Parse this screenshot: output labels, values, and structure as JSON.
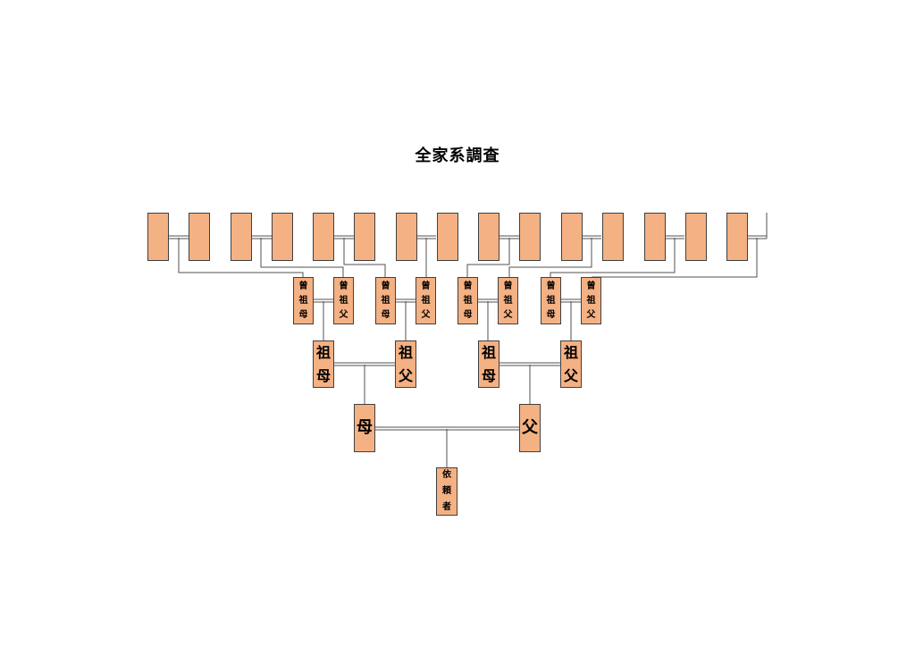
{
  "title": "全家系調査",
  "great_great_grandparents": {
    "count": 15,
    "labels": []
  },
  "great_grandparents": [
    {
      "label": [
        "曾",
        "祖",
        "母"
      ]
    },
    {
      "label": [
        "曾",
        "祖",
        "父"
      ]
    },
    {
      "label": [
        "曾",
        "祖",
        "母"
      ]
    },
    {
      "label": [
        "曾",
        "祖",
        "父"
      ]
    },
    {
      "label": [
        "曾",
        "祖",
        "母"
      ]
    },
    {
      "label": [
        "曾",
        "祖",
        "父"
      ]
    },
    {
      "label": [
        "曾",
        "祖",
        "母"
      ]
    },
    {
      "label": [
        "曾",
        "祖",
        "父"
      ]
    }
  ],
  "grandparents": [
    {
      "label": [
        "祖",
        "母"
      ]
    },
    {
      "label": [
        "祖",
        "父"
      ]
    },
    {
      "label": [
        "祖",
        "母"
      ]
    },
    {
      "label": [
        "祖",
        "父"
      ]
    }
  ],
  "parents": [
    {
      "label": [
        "母"
      ]
    },
    {
      "label": [
        "父"
      ]
    }
  ],
  "client": {
    "label": [
      "依",
      "頼",
      "者"
    ]
  },
  "colors": {
    "box_fill": "#f4b183",
    "box_border": "#404040",
    "line": "#404040"
  }
}
